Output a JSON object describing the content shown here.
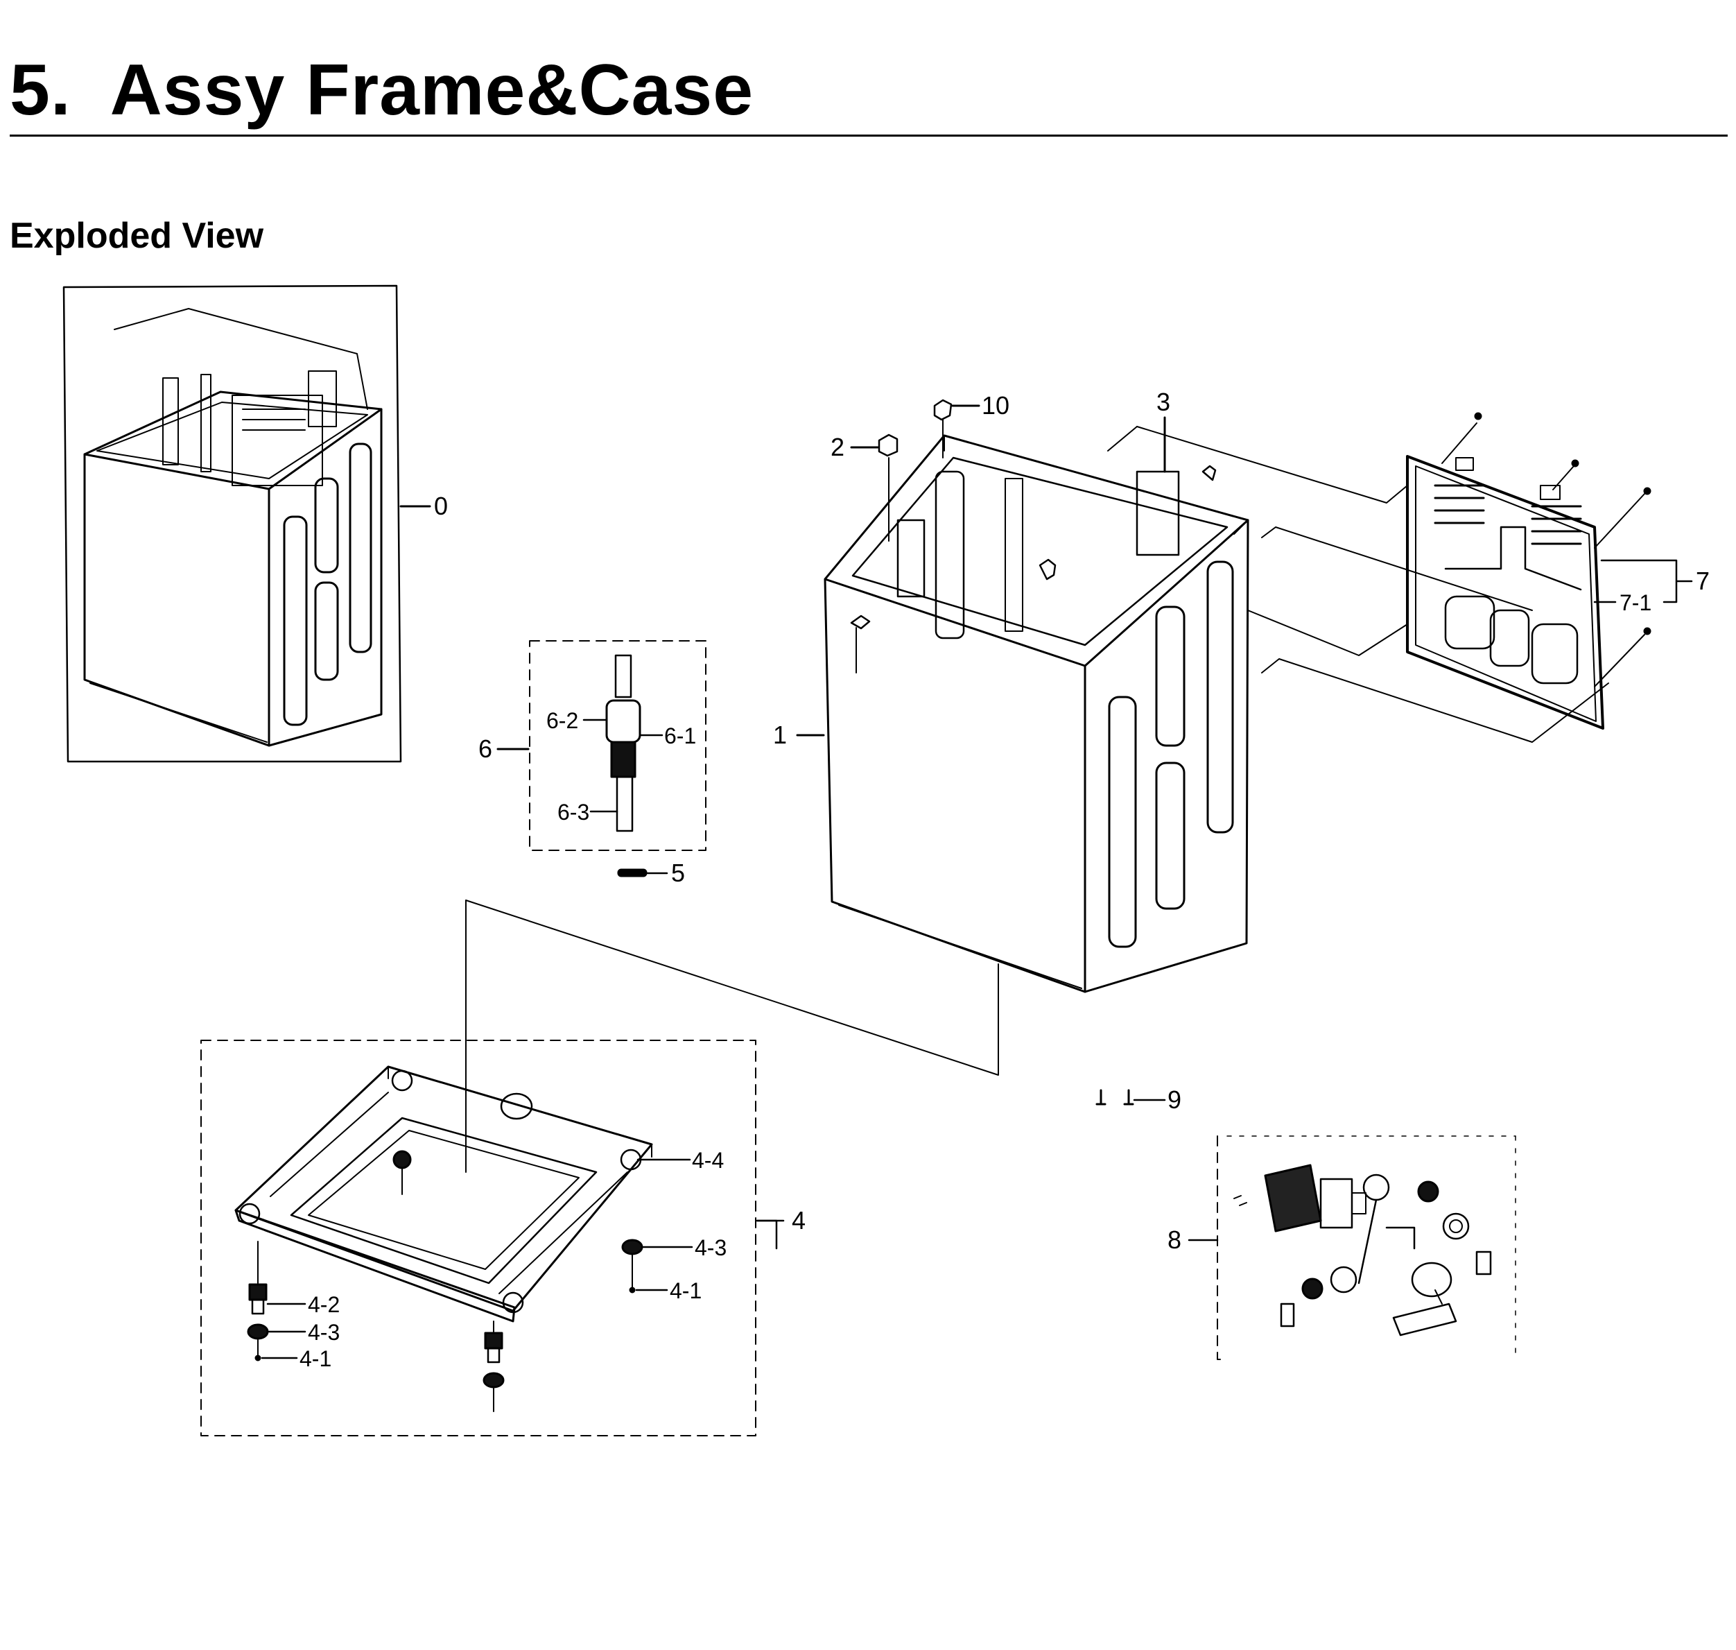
{
  "header": {
    "title": "5.  Assy Frame&Case",
    "subtitle": "Exploded View"
  },
  "callouts": {
    "c0": "0",
    "c1": "1",
    "c2": "2",
    "c3": "3",
    "c4": "4",
    "c4_1a": "4-1",
    "c4_1b": "4-1",
    "c4_2": "4-2",
    "c4_3a": "4-3",
    "c4_3b": "4-3",
    "c4_4": "4-4",
    "c5": "5",
    "c6": "6",
    "c6_1": "6-1",
    "c6_2": "6-2",
    "c6_3": "6-3",
    "c7": "7",
    "c7_1": "7-1",
    "c8": "8",
    "c9": "9",
    "c10": "10"
  }
}
